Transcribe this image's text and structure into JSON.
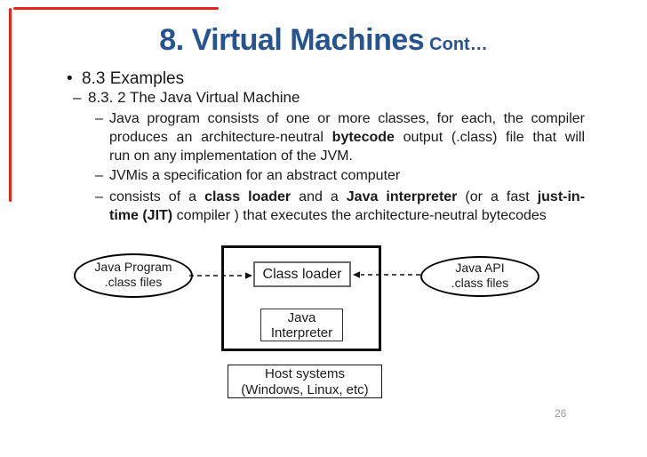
{
  "slide": {
    "title": {
      "main": "8. Virtual Machines",
      "suffix": "Cont…"
    },
    "page_number": "26",
    "colors": {
      "title_blue": "#27538f",
      "body_text": "#1a1a1a",
      "page_number_gray": "#979797",
      "annotation_pen_red": "#e8231a",
      "class_loader_border_gray": "#6b6b6b"
    }
  },
  "markers": {
    "bullet": "•",
    "dash": "–"
  },
  "content": {
    "bullet1": "8.3 Examples",
    "bullet2": "8.3. 2 The Java Virtual Machine",
    "sub_items": [
      {
        "lines": [
          {
            "parts": [
              {
                "text": "Java program consists of one or more classes, for each, the compiler",
                "bold": false
              }
            ]
          },
          {
            "parts": [
              {
                "text": "produces an architecture-neutral ",
                "bold": false
              },
              {
                "text": "bytecode",
                "bold": true
              },
              {
                "text": " output (.class) file that will",
                "bold": false
              }
            ]
          },
          {
            "parts": [
              {
                "text": "run on any implementation of the JVM.",
                "bold": false
              }
            ]
          }
        ]
      },
      {
        "lines": [
          {
            "parts": [
              {
                "text": "JVMis a specification for an abstract computer",
                "bold": false
              }
            ]
          }
        ]
      },
      {
        "lines": [
          {
            "parts": [
              {
                "text": "consists of a ",
                "bold": false
              },
              {
                "text": "class loader",
                "bold": true
              },
              {
                "text": " and a ",
                "bold": false
              },
              {
                "text": "Java interpreter",
                "bold": true
              },
              {
                "text": " (or a fast ",
                "bold": false
              },
              {
                "text": "just-in-",
                "bold": true
              }
            ]
          },
          {
            "parts": [
              {
                "text": "time (JIT)",
                "bold": true
              },
              {
                "text": " compiler ) that executes the architecture-neutral bytecodes",
                "bold": false
              }
            ]
          }
        ]
      }
    ]
  },
  "diagram": {
    "java_program_ellipse": {
      "line1": "Java Program",
      "line2": ".class files"
    },
    "java_api_ellipse": {
      "line1": "Java API",
      "line2": ".class files"
    },
    "class_loader_box": "Class loader",
    "java_interpreter_box": {
      "line1": "Java",
      "line2": "Interpreter"
    },
    "host_box": {
      "line1": "Host systems",
      "line2": "(Windows, Linux, etc)"
    }
  }
}
